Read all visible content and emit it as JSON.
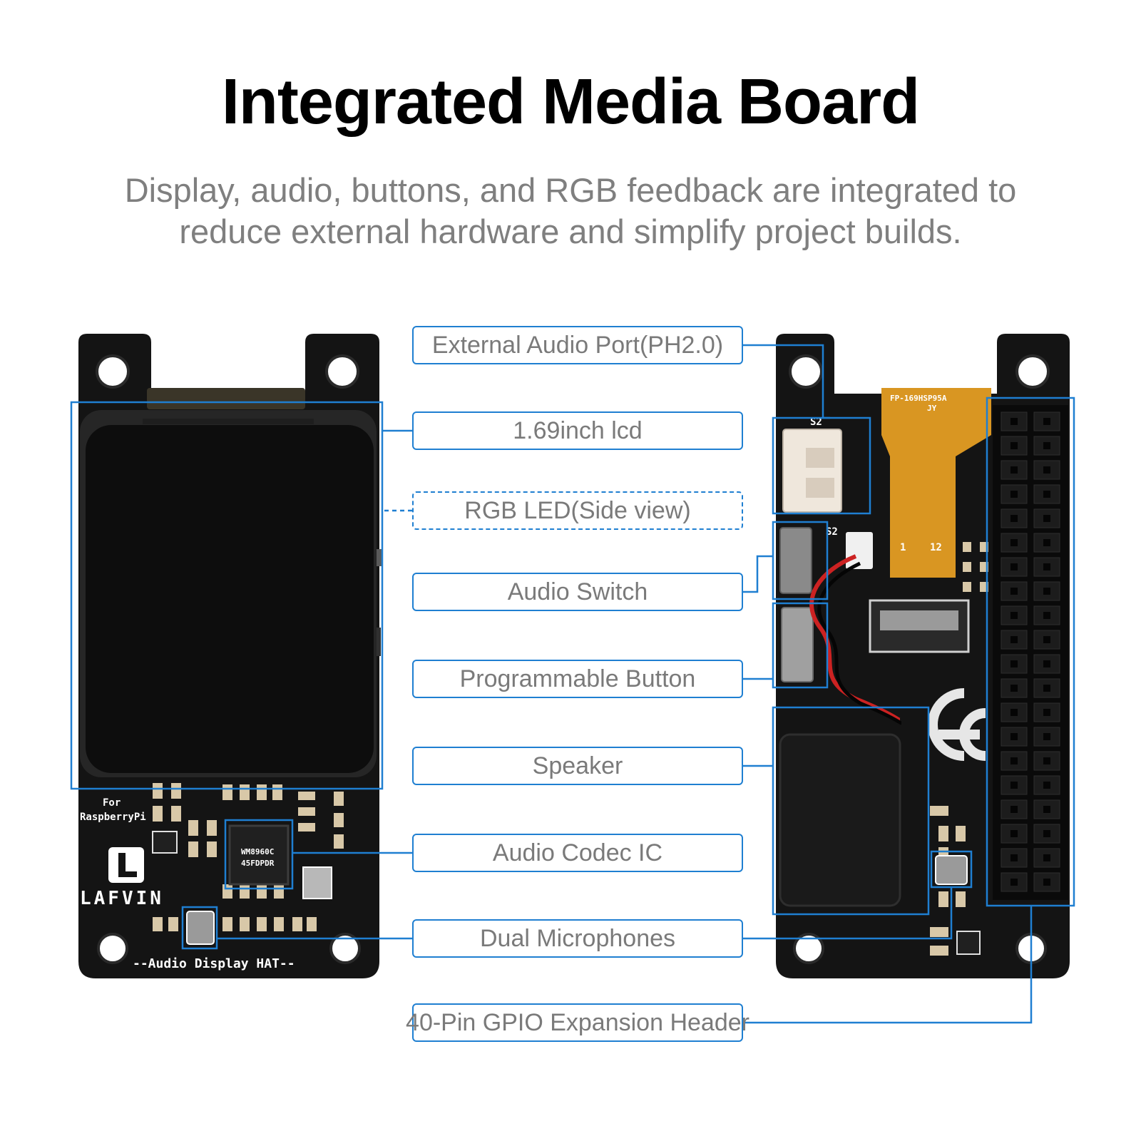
{
  "title": "Integrated Media Board",
  "subtitle": "Display, audio, buttons, and RGB feedback are integrated to reduce external hardware and simplify project builds.",
  "callouts": [
    {
      "id": "external-audio-port",
      "label": "External Audio Port(PH2.0)",
      "style": "solid"
    },
    {
      "id": "lcd",
      "label": "1.69inch lcd",
      "style": "solid"
    },
    {
      "id": "rgb-led",
      "label": "RGB LED(Side view)",
      "style": "dashed"
    },
    {
      "id": "audio-switch",
      "label": "Audio Switch",
      "style": "solid"
    },
    {
      "id": "programmable-button",
      "label": "Programmable Button",
      "style": "solid"
    },
    {
      "id": "speaker",
      "label": "Speaker",
      "style": "solid"
    },
    {
      "id": "audio-codec-ic",
      "label": "Audio Codec IC",
      "style": "solid"
    },
    {
      "id": "dual-microphones",
      "label": "Dual Microphones",
      "style": "solid"
    },
    {
      "id": "gpio-header",
      "label": "40-Pin GPIO Expansion Header",
      "style": "solid"
    }
  ],
  "board_markings": {
    "for_text": "For",
    "platform_text": "RaspberryPi",
    "brand_text": "LAFVIN",
    "board_name": "--Audio Display HAT--",
    "codec_chip_line1": "WM8960C",
    "codec_chip_line2": "45FDPDR",
    "flex_cable_text": "FP-169HSP95A",
    "flex_cable_sub": "JY",
    "connector_ref_1": "S2",
    "connector_ref_2": "S2",
    "connector_pin_1": "1",
    "connector_pin_12": "12"
  },
  "colors": {
    "accent_blue": "#1f7fd1",
    "pcb_black": "#141414",
    "lcd_black": "#0d0d0d",
    "flex_orange": "#d99622",
    "label_text_gray": "#7a7a7a",
    "subtitle_gray": "#7f7f7f"
  }
}
